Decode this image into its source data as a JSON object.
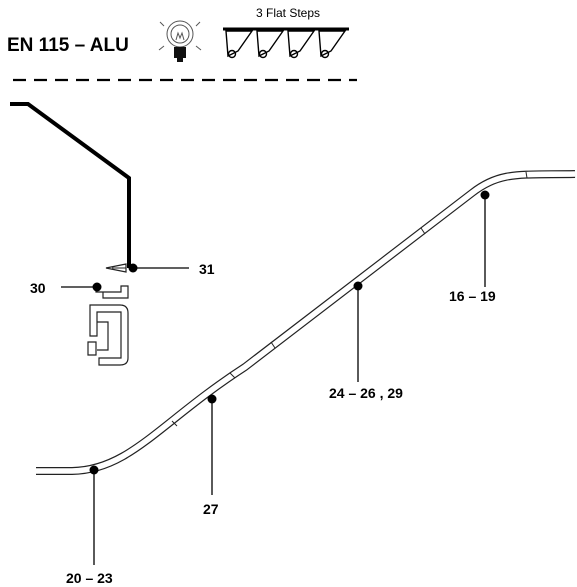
{
  "header": {
    "title": "EN 115 – ALU",
    "steps_label": "3 Flat Steps",
    "icons": [
      "light-bulb-icon",
      "flat-steps-icon"
    ]
  },
  "callouts": [
    {
      "id": "16-19",
      "label": "16 – 19"
    },
    {
      "id": "24-26-29",
      "label": "24 – 26 , 29"
    },
    {
      "id": "27",
      "label": "27"
    },
    {
      "id": "20-23",
      "label": "20 – 23"
    },
    {
      "id": "30",
      "label": "30"
    },
    {
      "id": "31",
      "label": "31"
    }
  ]
}
